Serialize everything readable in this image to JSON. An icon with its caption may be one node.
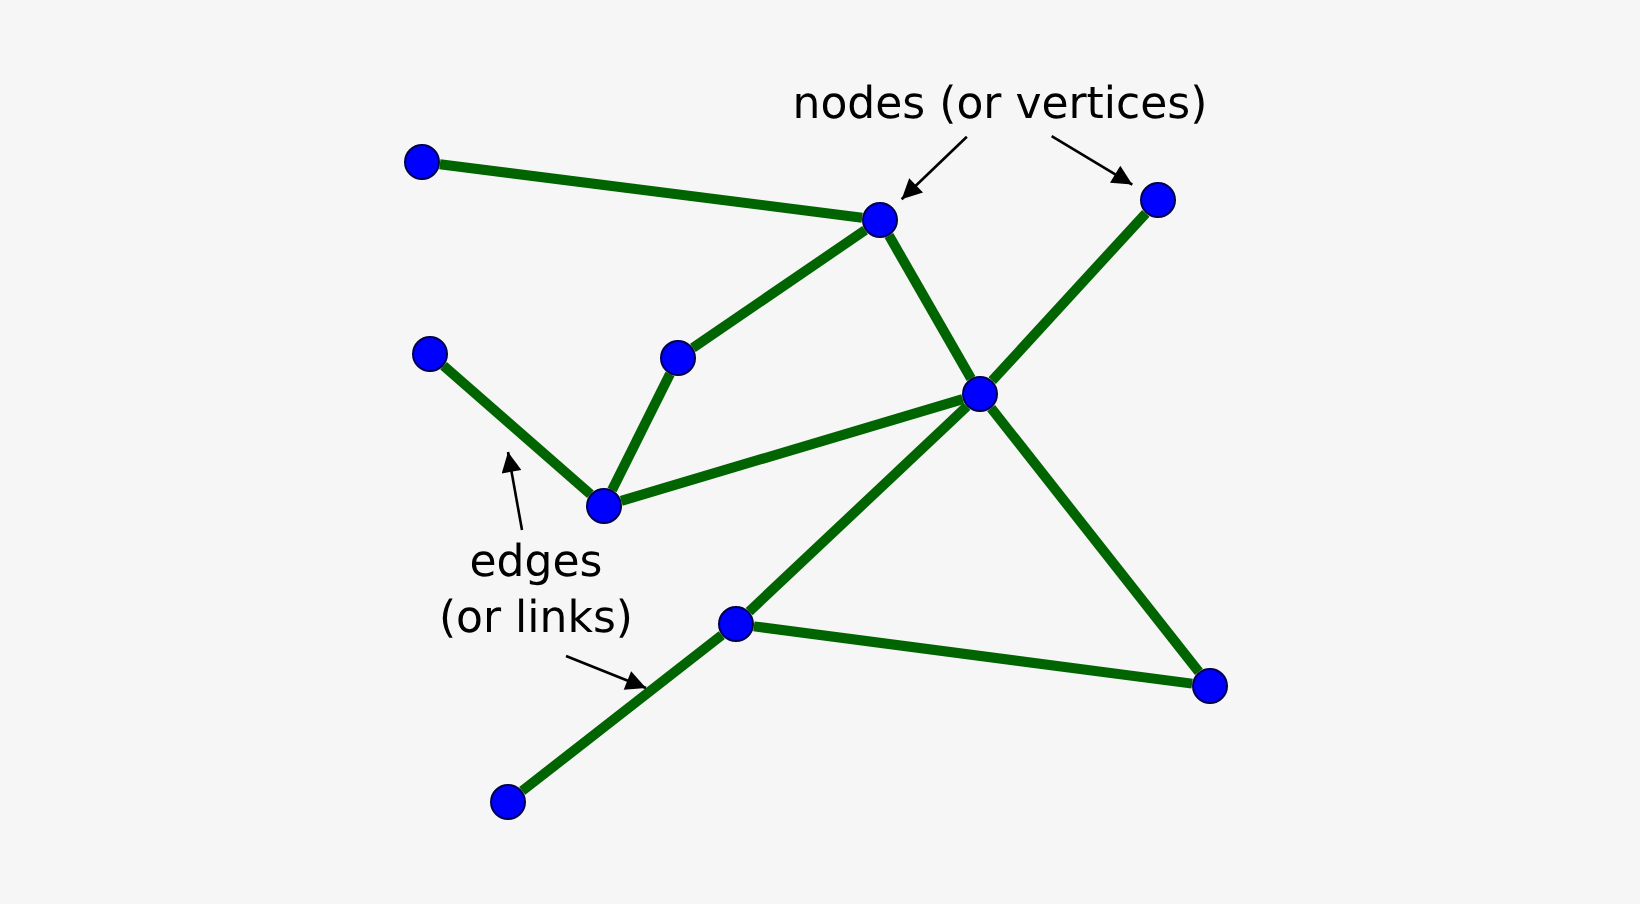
{
  "diagram": {
    "nodes": [
      {
        "text": [
          "nodes (or vertices)"
        ]
      },
      {
        "text": [],
        "shape": "circle"
      },
      {
        "text": [],
        "shape": "circle"
      },
      {
        "text": [],
        "shape": "circle"
      },
      {
        "text": [],
        "shape": "circle"
      },
      {
        "text": [],
        "shape": "circle"
      },
      {
        "text": [],
        "shape": "circle"
      },
      {
        "text": [],
        "shape": "circle"
      },
      {
        "text": [
          "edges (or links)"
        ]
      },
      {
        "text": [],
        "shape": "circle"
      },
      {
        "text": [],
        "shape": "circle"
      },
      {
        "text": [],
        "shape": "circle"
      }
    ],
    "edges": [
      {
        "from": 1,
        "to": 3,
        "arrow": "none"
      },
      {
        "from": 3,
        "to": 5,
        "arrow": "none"
      },
      {
        "from": 3,
        "to": 6,
        "arrow": "none"
      },
      {
        "from": 2,
        "to": 6,
        "arrow": "none"
      },
      {
        "from": 6,
        "to": 9,
        "arrow": "none"
      },
      {
        "from": 9,
        "to": 11,
        "arrow": "none"
      },
      {
        "from": 4,
        "to": 7,
        "arrow": "none"
      },
      {
        "from": 7,
        "to": 5,
        "arrow": "none"
      },
      {
        "from": 7,
        "to": 6,
        "arrow": "none"
      },
      {
        "from": 6,
        "to": 10,
        "arrow": "none"
      },
      {
        "from": 9,
        "to": 10,
        "arrow": "none"
      },
      {
        "from": 0,
        "to": 3,
        "arrow": "to",
        "color": "#000000"
      },
      {
        "from": 0,
        "to": 2,
        "arrow": "to",
        "color": "#000000"
      },
      {
        "from": 8,
        "to": null,
        "arrow": "to",
        "color": "#000000"
      },
      {
        "from": 8,
        "to": null,
        "arrow": "to",
        "color": "#000000"
      }
    ]
  }
}
